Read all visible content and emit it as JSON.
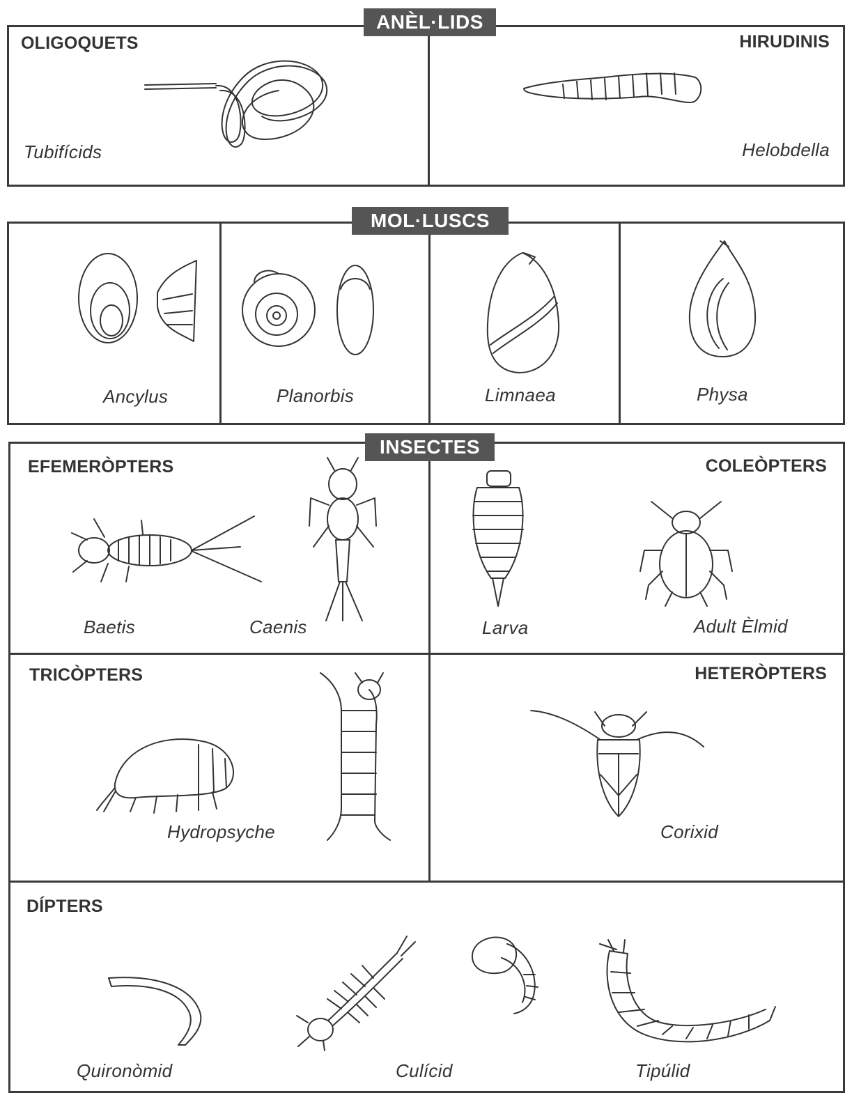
{
  "sections": {
    "annelids": {
      "title": "ANÈL·LIDS",
      "groups": {
        "left": "OLIGOQUETS",
        "right": "HIRUDINIS"
      },
      "species": {
        "left": "Tubifícids",
        "right": "Helobdella"
      }
    },
    "molluscs": {
      "title": "MOL·LUSCS",
      "species": [
        "Ancylus",
        "Planorbis",
        "Limnaea",
        "Physa"
      ]
    },
    "insects": {
      "title": "INSECTES",
      "groups": {
        "ephemeroptera": "EFEMERÒPTERS",
        "coleoptera": "COLEÒPTERS",
        "trichoptera": "TRICÒPTERS",
        "heteroptera": "HETERÒPTERS",
        "diptera": "DÍPTERS"
      },
      "species": {
        "baetis": "Baetis",
        "caenis": "Caenis",
        "larva": "Larva",
        "elmid": "Adult Èlmid",
        "hydropsyche": "Hydropsyche",
        "corixid": "Corixid",
        "chironomid": "Quironòmid",
        "culicid": "Culícid",
        "tipulid": "Tipúlid"
      }
    }
  },
  "icons": [
    "tubifex-worm-icon",
    "leech-icon",
    "ancylus-shell-icon",
    "planorbis-shell-icon",
    "limnaea-shell-icon",
    "physa-shell-icon",
    "mayfly-nymph-icon",
    "caenis-nymph-icon",
    "beetle-larva-icon",
    "elmid-beetle-icon",
    "caddisfly-larva-icon",
    "caddis-case-icon",
    "corixid-bug-icon",
    "chironomid-larva-icon",
    "culicid-larva-icon",
    "culicid-pupa-icon",
    "tipulid-larva-icon"
  ]
}
